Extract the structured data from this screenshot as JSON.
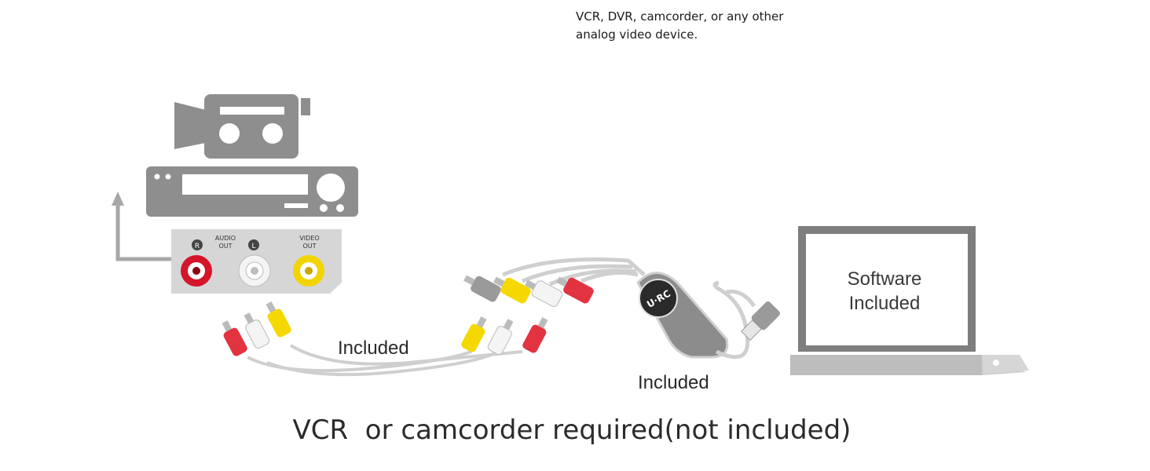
{
  "top_caption": {
    "line1": "VCR, DVR, camcorder, or any other",
    "line2": "analog video device."
  },
  "panel": {
    "r_label": "R",
    "l_label": "L",
    "audio_out": [
      "AUDIO",
      "OUT"
    ],
    "video_out": [
      "VIDEO",
      "OUT"
    ]
  },
  "labels": {
    "rca_cable": "Included",
    "usb_device": "Included",
    "laptop_screen_line1": "Software",
    "laptop_screen_line2": "Included"
  },
  "device_logo": "U·RC",
  "bottom_caption": "VCR  or camcorder required(not included)",
  "colors": {
    "red_plug": "#d9313b",
    "white_plug": "#f2f2f2",
    "yellow_plug": "#f5d800",
    "gray_plug": "#9a9a9a",
    "device_gray": "#8a8a8a"
  }
}
